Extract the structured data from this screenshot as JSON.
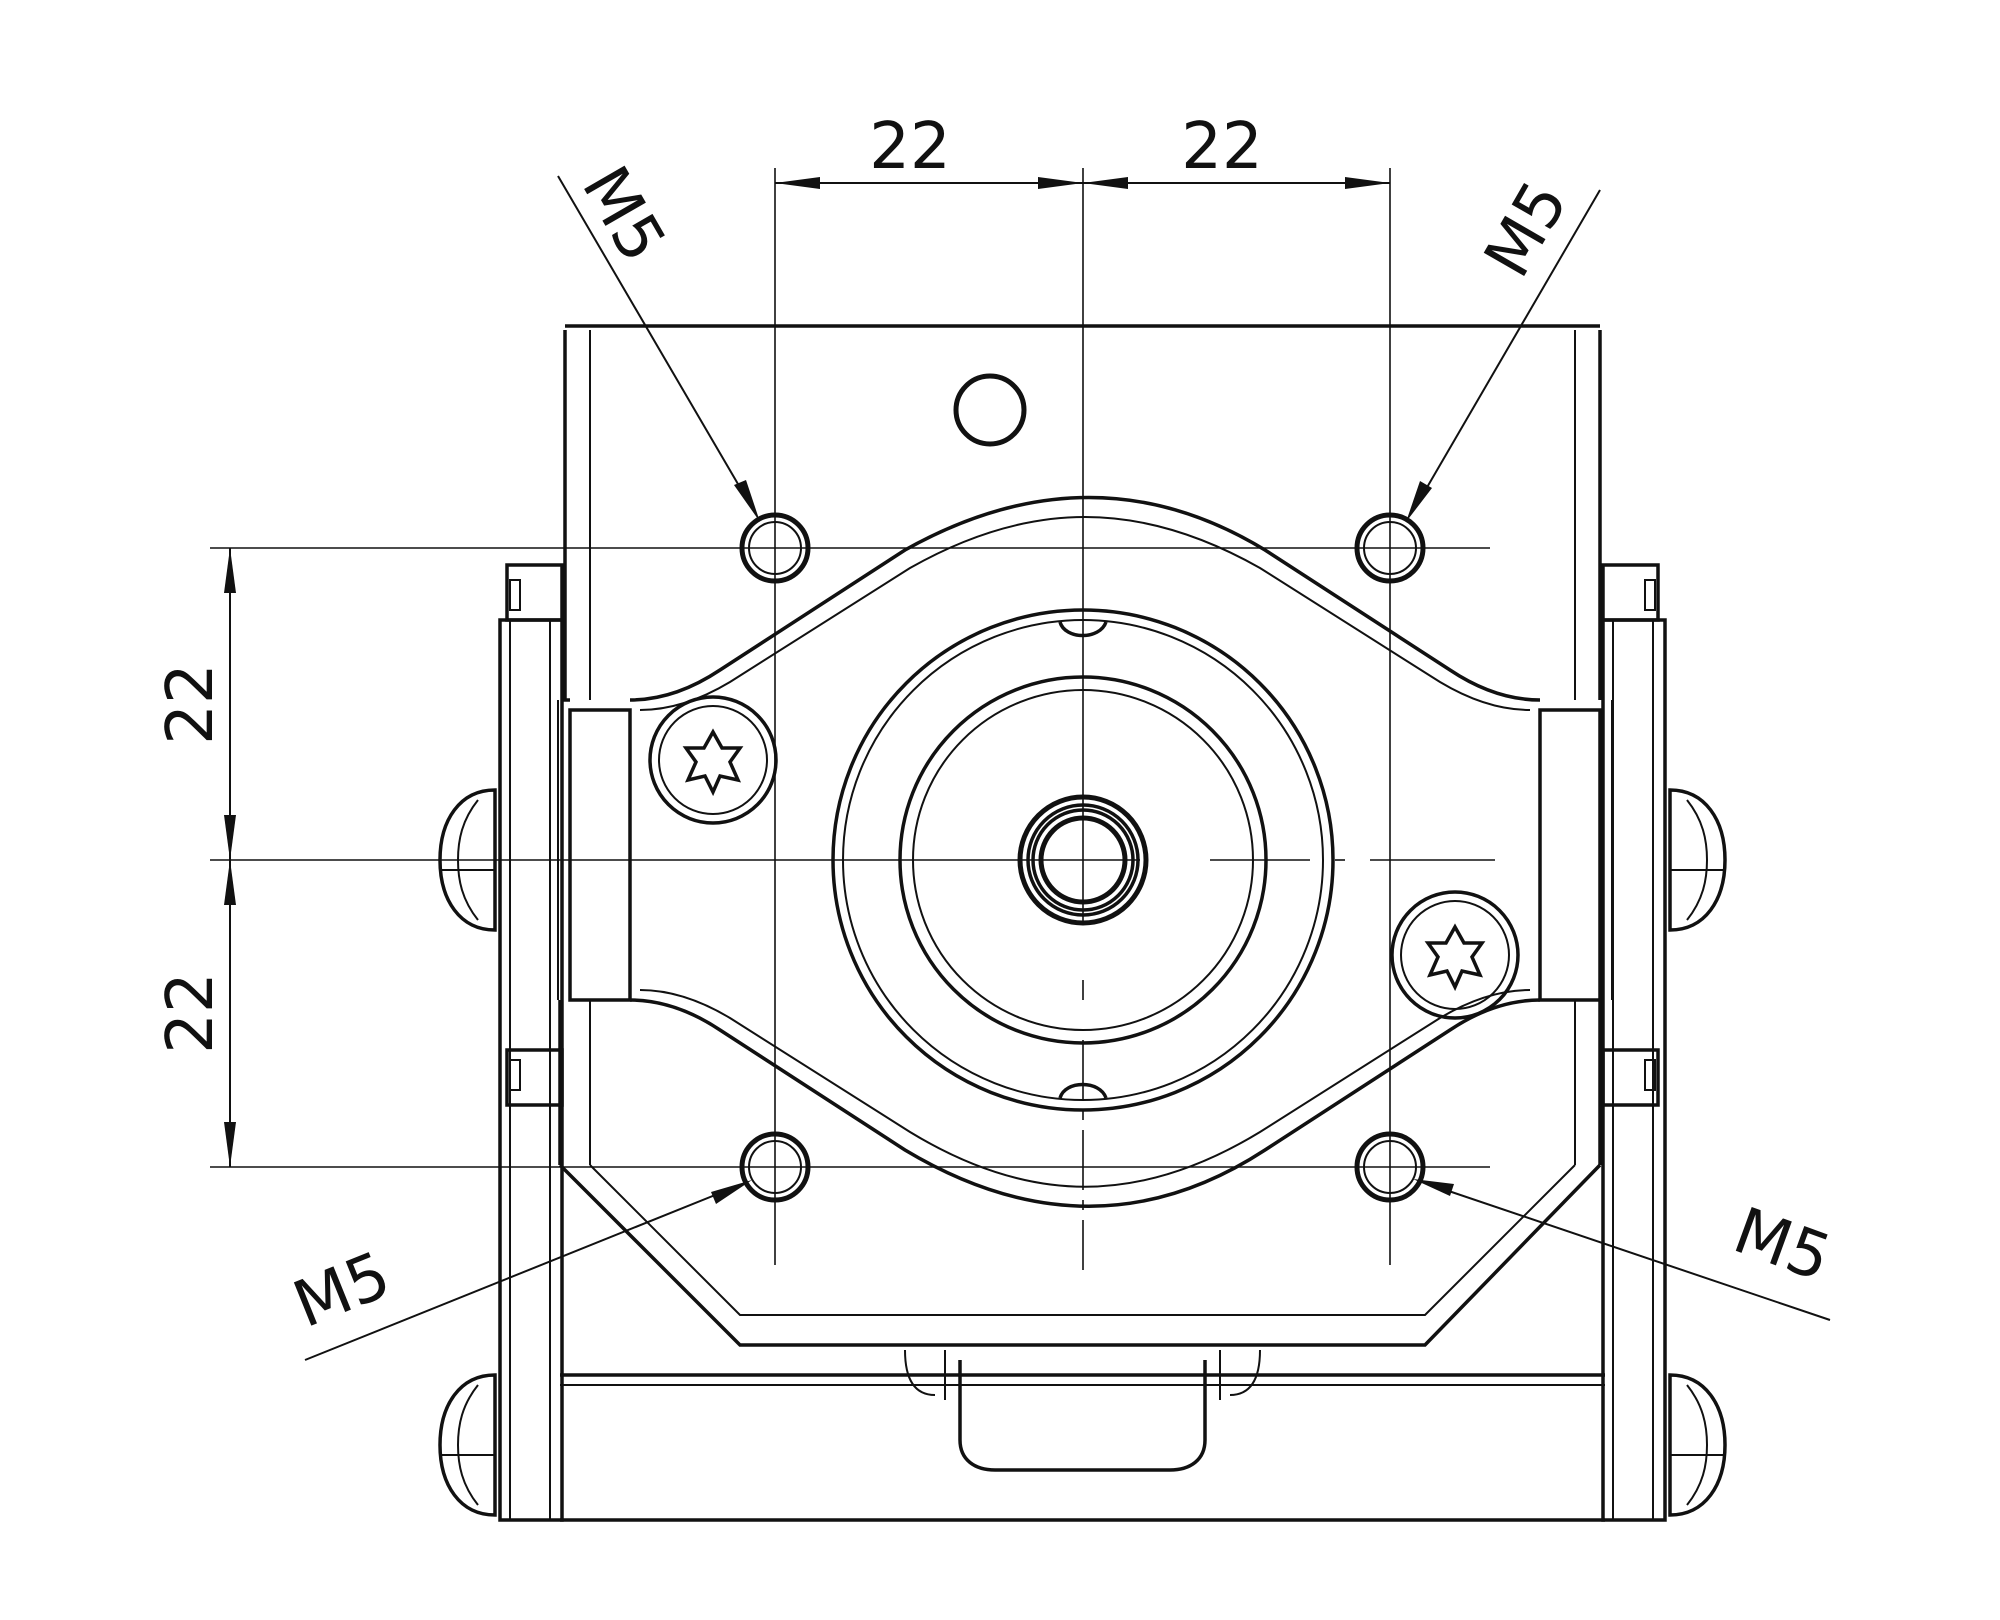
{
  "drawing": {
    "line_color": "#111111",
    "background": "#ffffff"
  },
  "dimensions": {
    "top_left": "22",
    "top_right": "22",
    "left_upper": "22",
    "left_lower": "22"
  },
  "callouts": {
    "top_left": "M5",
    "top_right": "M5",
    "bottom_left": "M5",
    "bottom_right": "M5"
  }
}
